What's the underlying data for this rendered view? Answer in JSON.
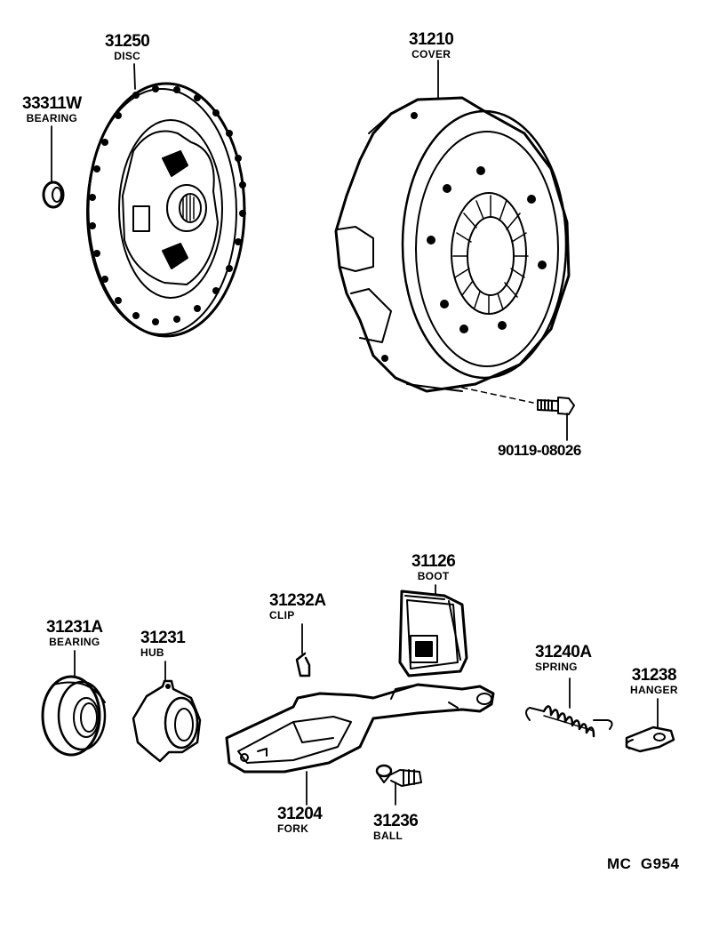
{
  "parts": {
    "disc": {
      "number": "31250",
      "name": "DISC"
    },
    "bearing_pilot": {
      "number": "33311W",
      "name": "BEARING"
    },
    "cover": {
      "number": "31210",
      "name": "COVER"
    },
    "bolt": {
      "number": "90119-08026"
    },
    "boot": {
      "number": "31126",
      "name": "BOOT"
    },
    "clip": {
      "number": "31232A",
      "name": "CLIP"
    },
    "bearing_release": {
      "number": "31231A",
      "name": "BEARING"
    },
    "hub": {
      "number": "31231",
      "name": "HUB"
    },
    "spring": {
      "number": "31240A",
      "name": "SPRING"
    },
    "hanger": {
      "number": "31238",
      "name": "HANGER"
    },
    "fork": {
      "number": "31204",
      "name": "FORK"
    },
    "ball": {
      "number": "31236",
      "name": "BALL"
    }
  },
  "diagram_code": "MC  G954"
}
